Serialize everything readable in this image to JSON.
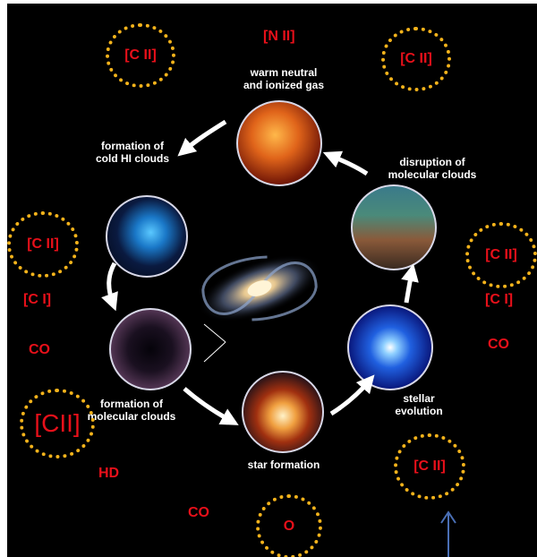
{
  "stages": {
    "warm": "warm neutral\nand ionized gas",
    "cold_hi": "formation of\ncold HI clouds",
    "molecular": "formation of\nmolecular clouds",
    "star_formation": "star formation",
    "stellar_evolution": "stellar\nevolution",
    "disruption": "disruption of\nmolecular clouds"
  },
  "species": {
    "cii_top_left": "[C II]",
    "nii_top": "[N II]",
    "cii_top_right": "[C II]",
    "cii_left": "[C II]",
    "ci_left": "[C I]",
    "co_left": "CO",
    "cii_large": "[CII]",
    "hd": "HD",
    "co_bottom": "CO",
    "o_bottom": "O",
    "cii_right": "[C II]",
    "ci_right": "[C I]",
    "co_right": "CO",
    "cii_bottom_right": "[C II]"
  },
  "colors": {
    "background": "#000000",
    "species_text": "#e8101a",
    "ring": "#f5b31b",
    "stage_text": "#ffffff",
    "pointer_arrow": "#4a6fb5"
  }
}
